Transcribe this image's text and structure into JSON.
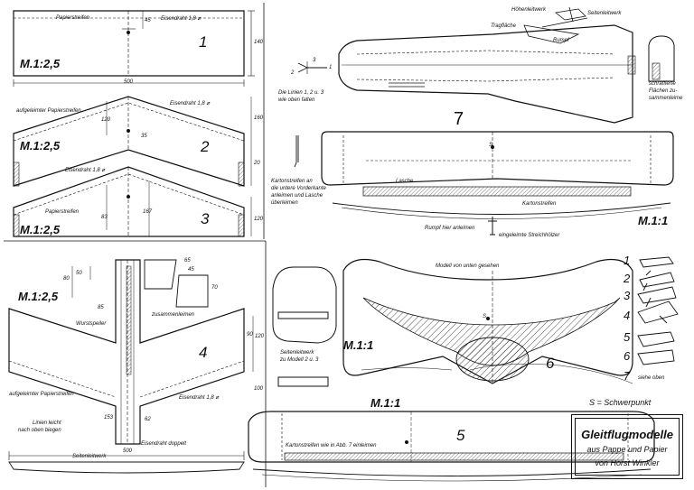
{
  "scale_labels": {
    "m1": "M.1:2,5",
    "m2": "M.1:2,5",
    "m3": "M.1:2,5",
    "m4": "M.1:2,5",
    "m6": "M.1:1",
    "m5": "M.1:1",
    "m7": "M.1:1"
  },
  "part_numbers": {
    "p1": "1",
    "p2": "2",
    "p3": "3",
    "p4": "4",
    "p5": "5",
    "p6": "6",
    "p7": "7"
  },
  "annotations": {
    "papierstreifen_1": "Papierstreifen",
    "eisendraht_1": "Eisendraht 1,8 ⌀",
    "aufgeleimter_papierstreifen_2": "aufgeleimter Papierstreifen",
    "eisendraht_2": "Eisendraht 1,8 ⌀",
    "eisendraht_3": "Eisendraht 1,8 ⌀",
    "papierstreifen_3": "Papierstreifen",
    "wurstspeiler": "Wurstspeiler",
    "zusammenleimen": "zusammenleimen",
    "aufgeleimter_papierstreifen_4": "aufgeleimter Papierstreifen",
    "linien_leicht": "Linien leicht",
    "nach_oben_biegen": "nach oben biegen",
    "eisendraht_4": "Eisendraht 1,8 ⌀",
    "eisendraht_doppelt": "Eisendraht doppelt",
    "seitenleitwerk_4": "Seitenleitwerk",
    "hoehenleitwerk": "Höhenleitwerk",
    "seitenleitwerk_top": "Seitenleitwerk",
    "tragflaeche": "Tragfläche",
    "rumpf": "Rumpf",
    "die_linien_1": "Die Linien 1, 2 u. 3",
    "die_linien_2": "wie oben falten",
    "schraffierte_1": "schraffierte",
    "schraffierte_2": "Flächen zu-",
    "schraffierte_3": "sammenleime",
    "kartonstreifen_note_1": "Kartonstreifen an",
    "kartonstreifen_note_2": "die untere Vorderkante",
    "kartonstreifen_note_3": "anleimen und Lasche",
    "kartonstreifen_note_4": "überleimen",
    "lasche": "Lasche",
    "kartonstreifen_7": "Kartonstreifen",
    "rumpf_hier_anleimen": "Rumpf hier anleimen",
    "eingeleimte_streichhoelzer": "eingeleimte Streichhölzer",
    "modell_von_unten": "Modell von unten gesehen",
    "seitenleitwerk_zu_1": "Seitenleitwerk",
    "seitenleitwerk_zu_2": "zu Modell 2 u. 3",
    "kartonstreifen_5": "Kartonstreifen wie in Abb. 7 einleimen",
    "schwerpunkt_legend": "S = Schwerpunkt",
    "siehe_oben": "siehe oben"
  },
  "dimensions": {
    "d500_1": "500",
    "d140": "140",
    "d45": "45",
    "d120_2": "120",
    "d35": "35",
    "d160": "160",
    "d20": "20",
    "d80_3": "83",
    "d167": "167",
    "d120_3": "120",
    "d80": "80",
    "d50": "50",
    "d85": "85",
    "d65": "65",
    "d45b": "45",
    "d70": "70",
    "d90": "90",
    "d120_4": "120",
    "d100": "100",
    "d153": "153",
    "d62": "62",
    "d500_4": "500"
  },
  "fold_labels": {
    "l1": "1",
    "l2": "2",
    "l3": "3",
    "s": "S"
  },
  "models_list": [
    {
      "n": "1"
    },
    {
      "n": "2"
    },
    {
      "n": "3"
    },
    {
      "n": "4"
    },
    {
      "n": "5"
    },
    {
      "n": "6"
    },
    {
      "n": "7"
    }
  ],
  "title": {
    "line1": "Gleitflugmodelle",
    "line2": "aus Pappe und Papier",
    "line3": "von Horst Winkler"
  }
}
